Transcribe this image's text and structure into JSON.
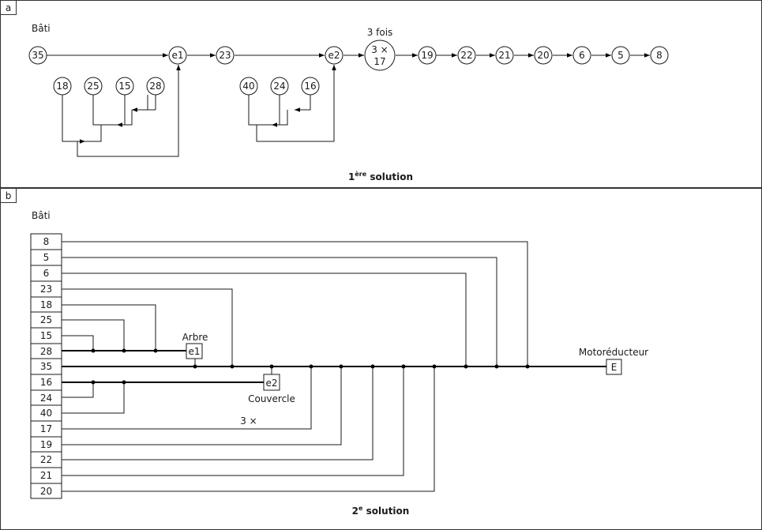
{
  "panel_a": {
    "letter": "a",
    "bati": "Bâti",
    "chain1": [
      "35",
      "e1",
      "23",
      "e2"
    ],
    "trois_fois": "3 fois",
    "big_node_top": "3 ×",
    "big_node_bottom": "17",
    "chain2": [
      "19",
      "22",
      "21",
      "20",
      "6",
      "5",
      "8"
    ],
    "group1": [
      "18",
      "25",
      "15",
      "28"
    ],
    "group2": [
      "40",
      "24",
      "16"
    ],
    "title_main": "1",
    "title_sup": "ère",
    "title_tail": " solution"
  },
  "panel_b": {
    "letter": "b",
    "bati": "Bâti",
    "rows": [
      "8",
      "5",
      "6",
      "23",
      "18",
      "25",
      "15",
      "28",
      "35",
      "16",
      "24",
      "40",
      "17",
      "19",
      "22",
      "21",
      "20"
    ],
    "arbre": "Arbre",
    "e1": "e1",
    "couvercle": "Couvercle",
    "e2": "e2",
    "motoreducteur": "Motoréducteur",
    "E": "E",
    "trois_x": "3 ×",
    "title_main": "2",
    "title_sup": "e",
    "title_tail": " solution"
  }
}
